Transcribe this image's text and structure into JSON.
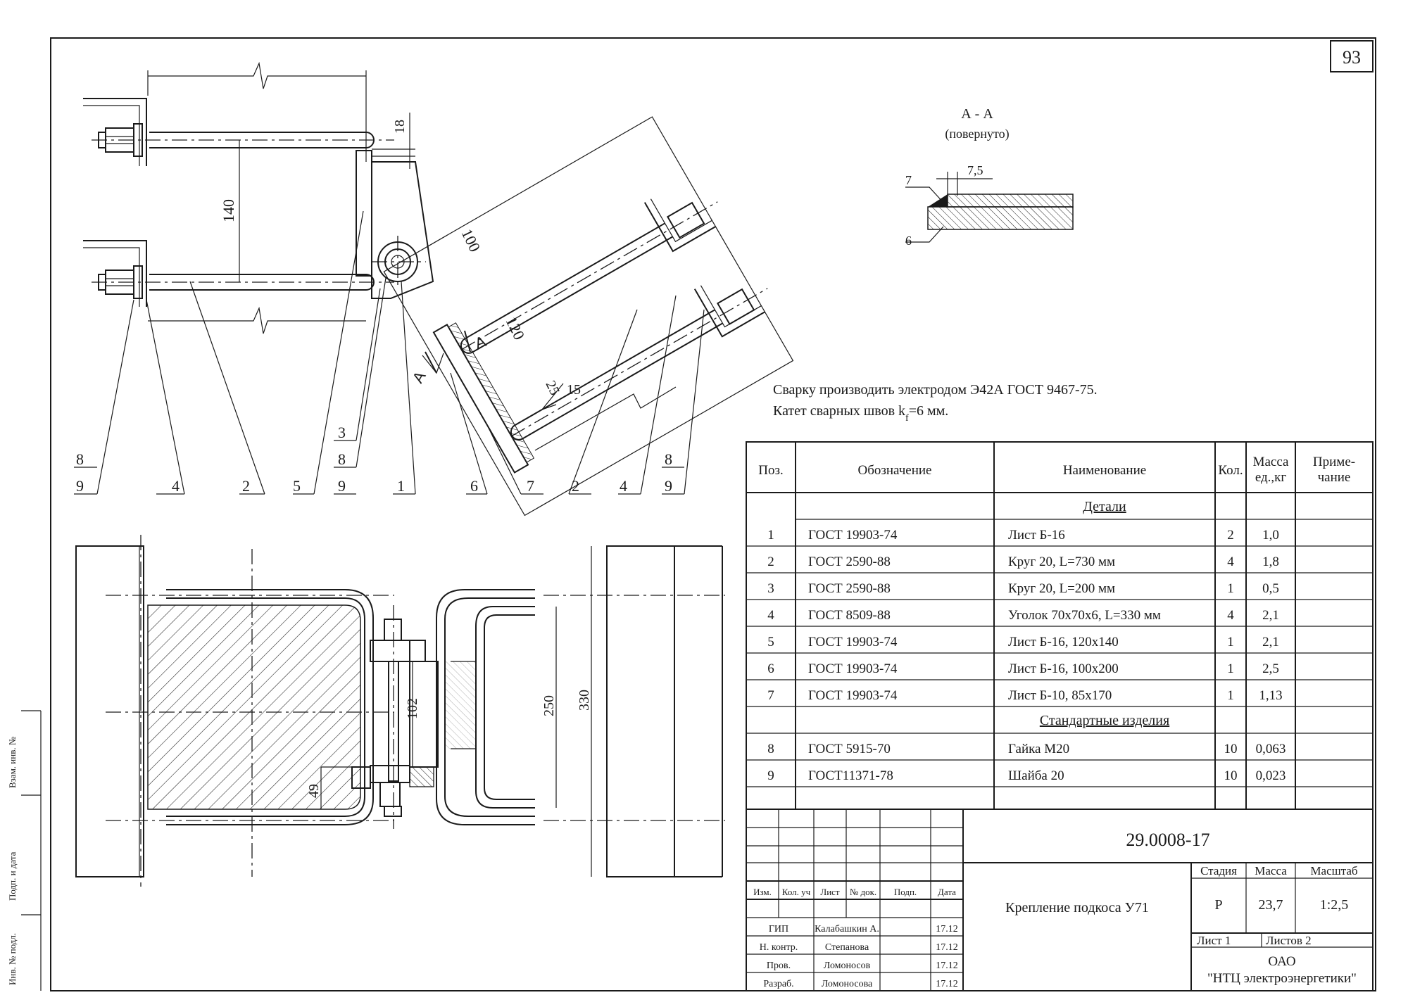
{
  "sheet_number": "93",
  "section": {
    "label": "А - А",
    "note": "(повернуто)",
    "dim_weld": "7,5",
    "pos_top": "7",
    "pos_bottom": "6"
  },
  "dimensions": {
    "d18": "18",
    "d140": "140",
    "d100": "100",
    "d120": "120",
    "d25": "25",
    "d15": "15",
    "d102": "102",
    "d49": "49",
    "d250": "250",
    "d330": "330"
  },
  "cut_marks": {
    "left": "А",
    "right": "А"
  },
  "callouts": {
    "c8a": "8",
    "c9a": "9",
    "c4a": "4",
    "c2a": "2",
    "c5": "5",
    "c3": "3",
    "c8b": "8",
    "c9b": "9",
    "c1": "1",
    "c6": "6",
    "c7": "7",
    "c2b": "2",
    "c4b": "4",
    "c8c": "8",
    "c9c": "9"
  },
  "notes": {
    "line1": "Сварку производить электродом  Э42А ГОСТ 9467-75.",
    "line2_prefix": "Катет сварных швов k",
    "line2_sub": "f",
    "line2_suffix": "=6 мм."
  },
  "spec_table": {
    "headers": {
      "pos": "Поз.",
      "designation": "Обозначение",
      "name": "Наименование",
      "qty": "Кол.",
      "mass1": "Масса",
      "mass2": "ед.,кг",
      "note1": "Приме-",
      "note2": "чание"
    },
    "section_details": "Детали",
    "section_standard": "Стандартные изделия",
    "details": [
      {
        "pos": "1",
        "designation": "ГОСТ 19903-74",
        "name": "Лист Б-16",
        "qty": "2",
        "mass": "1,0"
      },
      {
        "pos": "2",
        "designation": "ГОСТ 2590-88",
        "name": "Круг 20, L=730 мм",
        "qty": "4",
        "mass": "1,8"
      },
      {
        "pos": "3",
        "designation": "ГОСТ 2590-88",
        "name": "Круг 20, L=200 мм",
        "qty": "1",
        "mass": "0,5"
      },
      {
        "pos": "4",
        "designation": "ГОСТ 8509-88",
        "name": "Уголок 70х70х6, L=330 мм",
        "qty": "4",
        "mass": "2,1"
      },
      {
        "pos": "5",
        "designation": "ГОСТ 19903-74",
        "name": "Лист Б-16, 120х140",
        "qty": "1",
        "mass": "2,1"
      },
      {
        "pos": "6",
        "designation": "ГОСТ 19903-74",
        "name": "Лист Б-16, 100х200",
        "qty": "1",
        "mass": "2,5"
      },
      {
        "pos": "7",
        "designation": "ГОСТ 19903-74",
        "name": "Лист Б-10, 85х170",
        "qty": "1",
        "mass": "1,13"
      }
    ],
    "standard": [
      {
        "pos": "8",
        "designation": "ГОСТ 5915-70",
        "name": "Гайка М20",
        "qty": "10",
        "mass": "0,063"
      },
      {
        "pos": "9",
        "designation": "ГОСТ11371-78",
        "name": "Шайба 20",
        "qty": "10",
        "mass": "0,023"
      }
    ]
  },
  "title_block": {
    "doc_code": "29.0008-17",
    "title": "Крепление подкоса У71",
    "stage_label": "Стадия",
    "mass_label": "Масса",
    "scale_label": "Масштаб",
    "stage": "Р",
    "mass": "23,7",
    "scale": "1:2,5",
    "sheet_label": "Лист  1",
    "sheets_label": "Листов   2",
    "org1": "ОАО",
    "org2": "\"НТЦ электроэнергетики\"",
    "cols": {
      "izm": "Изм.",
      "kol": "Кол. уч",
      "list": "Лист",
      "ndok": "№ док.",
      "podp": "Подп.",
      "data": "Дата"
    },
    "roles": [
      {
        "role": "ГИП",
        "name": "Калабашкин А.",
        "date": "17.12"
      },
      {
        "role": "Н. контр.",
        "name": "Степанова",
        "date": "17.12"
      },
      {
        "role": "Пров.",
        "name": "Ломоносов",
        "date": "17.12"
      },
      {
        "role": "Разраб.",
        "name": "Ломоносова",
        "date": "17.12"
      }
    ]
  },
  "margin_labels": {
    "m1": "Инв. № подл.",
    "m2": "Подп. и дата",
    "m3": "Взам. инв. №"
  }
}
